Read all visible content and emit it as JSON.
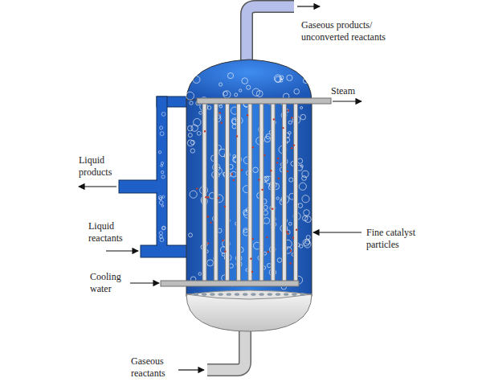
{
  "diagram": {
    "labels": [
      "Gaseous products/ unconverted reactants",
      "Steam",
      "Liquid products",
      "Liquid reactants",
      "Fine catalyst particles",
      "Cooling water",
      "Gaseous reactants"
    ]
  }
}
